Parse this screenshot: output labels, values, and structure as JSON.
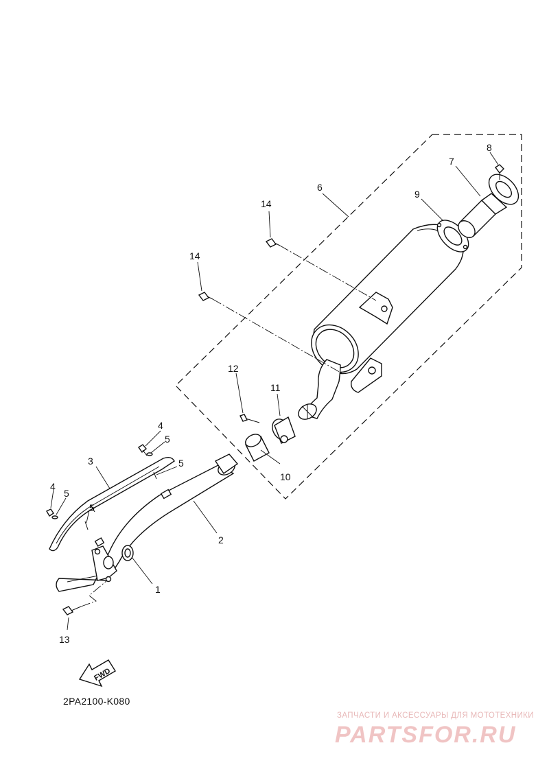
{
  "diagram": {
    "code": "2PA2100-K080",
    "fwd_label": "FWD",
    "callouts": {
      "c1": "1",
      "c2": "2",
      "c3": "3",
      "c4a": "4",
      "c4b": "4",
      "c5a": "5",
      "c5b": "5",
      "c5c": "5",
      "c5d": "5",
      "c6": "6",
      "c7": "7",
      "c8": "8",
      "c9": "9",
      "c10": "10",
      "c11": "11",
      "c12": "12",
      "c13": "13",
      "c14a": "14",
      "c14b": "14"
    }
  },
  "watermark": {
    "caption": "ЗАПЧАСТИ И АКСЕССУАРЫ ДЛЯ МОТОТЕХНИКИ",
    "logo_text": "PARTSFOR.RU"
  }
}
